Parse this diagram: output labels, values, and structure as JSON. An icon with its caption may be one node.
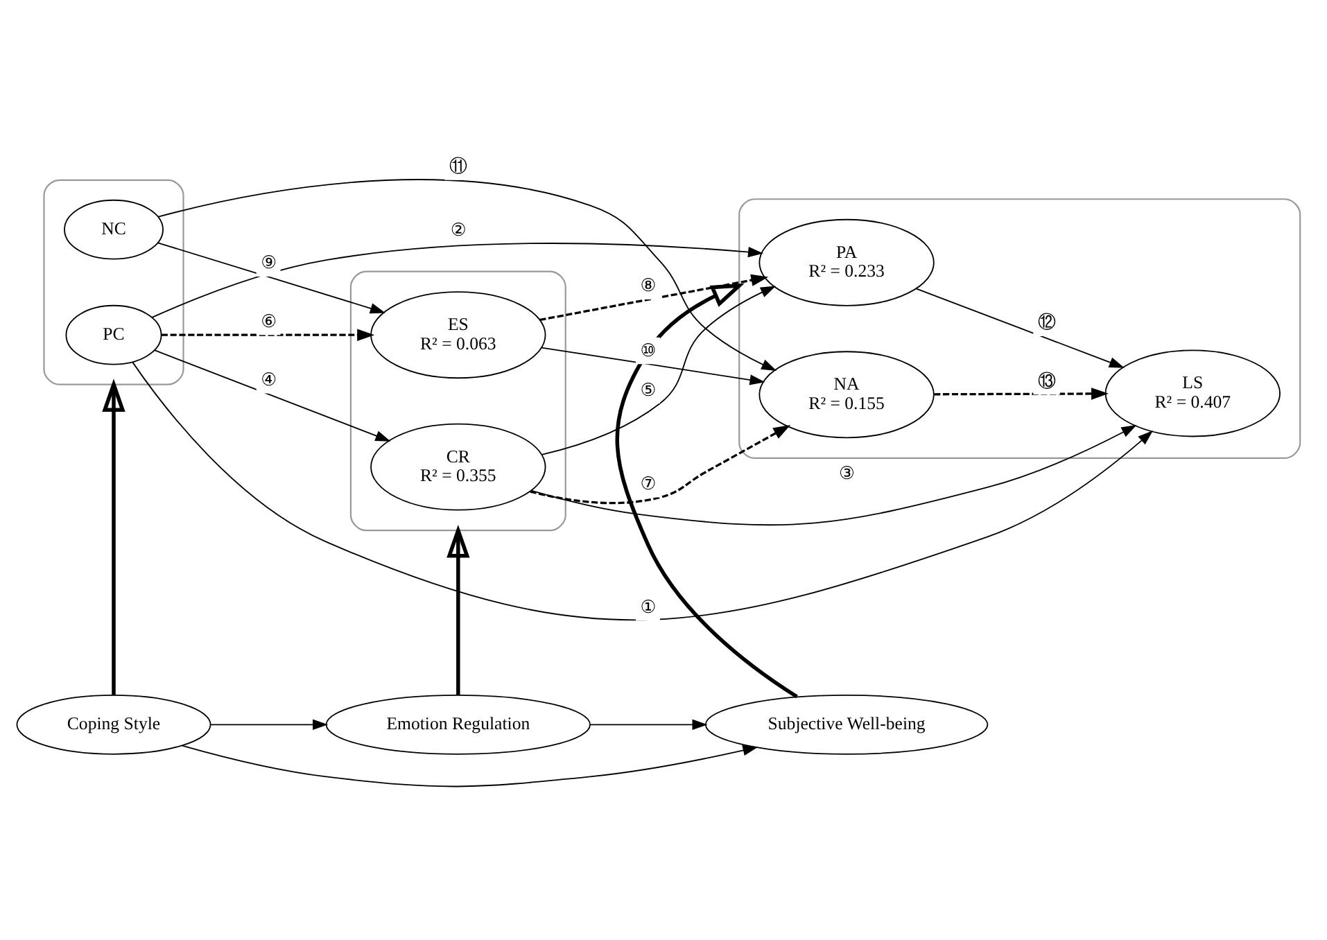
{
  "diagram": {
    "nodes": [
      {
        "text": [
          "Coping Style"
        ]
      },
      {
        "text": [
          "Emotion Regulation"
        ]
      },
      {
        "text": [
          "Subjective Well-being"
        ]
      },
      {
        "text": [],
        "shape": "box"
      },
      {
        "text": [
          "PC"
        ],
        "in": 3
      },
      {
        "text": [
          "NC"
        ],
        "in": 3
      },
      {
        "text": [],
        "shape": "box"
      },
      {
        "text": [
          "CR",
          "R² = 0.355"
        ],
        "in": 6
      },
      {
        "text": [
          "ES",
          "R² = 0.063"
        ],
        "in": 6
      },
      {
        "text": [],
        "shape": "box"
      },
      {
        "text": [
          "PA",
          "R² = 0.233"
        ],
        "in": 9
      },
      {
        "text": [
          "NA",
          "R² = 0.155"
        ],
        "in": 9
      },
      {
        "text": [
          "LS",
          "R² = 0.407"
        ],
        "in": 9
      }
    ],
    "edges": [
      {
        "from": 0,
        "to": 1,
        "arrow": "to"
      },
      {
        "from": 1,
        "to": 2,
        "arrow": "to"
      },
      {
        "from": 0,
        "to": 2,
        "arrow": "to"
      },
      {
        "from": 0,
        "to": 3,
        "arrow": "to",
        "style": "thick"
      },
      {
        "from": 1,
        "to": 6,
        "arrow": "to",
        "style": "thick"
      },
      {
        "from": 2,
        "to": 9,
        "arrow": "to",
        "style": "thick"
      },
      {
        "from": 4,
        "to": 7,
        "arrow": "to",
        "label": "④"
      },
      {
        "from": 4,
        "to": 10,
        "arrow": "to",
        "label": "②"
      },
      {
        "from": 4,
        "to": 12,
        "arrow": "to",
        "label": "①"
      },
      {
        "from": 4,
        "to": 8,
        "arrow": "to",
        "label": "⑥",
        "style": "dashed"
      },
      {
        "from": 7,
        "to": 12,
        "arrow": "to",
        "label": "③"
      },
      {
        "from": 7,
        "to": 10,
        "arrow": "to",
        "label": "⑤"
      },
      {
        "from": 7,
        "to": 11,
        "arrow": "to",
        "label": "⑦",
        "style": "dashed"
      },
      {
        "from": 8,
        "to": 10,
        "arrow": "to",
        "label": "⑧",
        "style": "dashed"
      },
      {
        "from": 5,
        "to": 11,
        "arrow": "to",
        "label": "⑪"
      },
      {
        "from": 5,
        "to": 8,
        "arrow": "to",
        "label": "⑨"
      },
      {
        "from": 8,
        "to": 11,
        "arrow": "to",
        "label": "⑩"
      },
      {
        "from": 10,
        "to": 12,
        "arrow": "to",
        "label": "⑫"
      },
      {
        "from": 11,
        "to": 12,
        "arrow": "to",
        "label": "⑬",
        "style": "dashed"
      }
    ]
  }
}
